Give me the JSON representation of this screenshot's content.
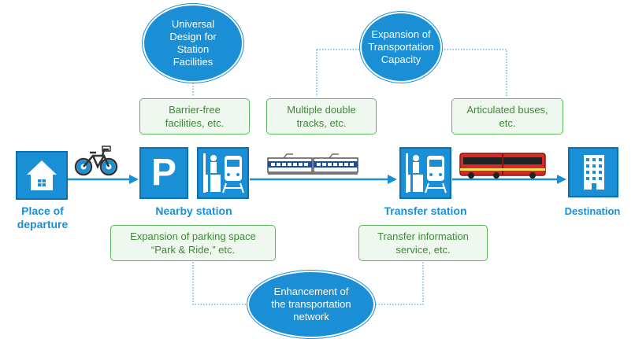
{
  "ellipses": {
    "universal": "Universal\nDesign for\nStation\nFacilities",
    "capacity": "Expansion of\nTransportation\nCapacity",
    "network": "Enhancement of\nthe transportation\nnetwork"
  },
  "boxes": {
    "barrier": "Barrier-free\nfacilities, etc.",
    "tracks": "Multiple double\ntracks, etc.",
    "buses": "Articulated buses,\netc.",
    "parking": "Expansion of parking space\n“Park & Ride,” etc.",
    "transfer_info": "Transfer information\nservice, etc."
  },
  "labels": {
    "departure": "Place of\ndeparture",
    "nearby": "Nearby station",
    "transfer": "Transfer station",
    "destination": "Destination"
  },
  "icons": {
    "parking_letter": "P"
  },
  "colors": {
    "blue": "#1a8fd6",
    "green": "#5cb85c",
    "bus_red": "#d42a2a"
  }
}
